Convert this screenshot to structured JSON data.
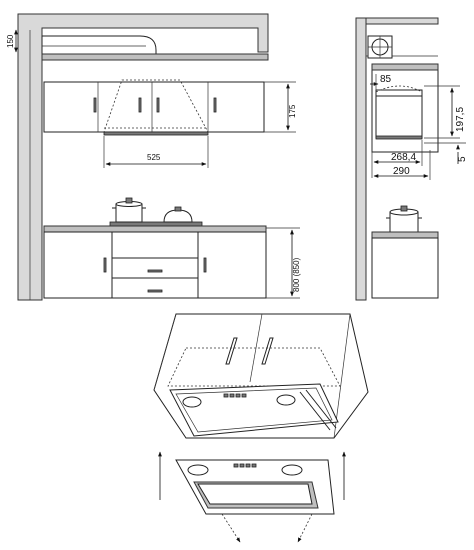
{
  "front_view": {
    "dim_chimney_depth": "150",
    "dim_cabinet_height": "175",
    "dim_hood_width": "525",
    "dim_counter_height": "800 (850)"
  },
  "side_view": {
    "dim_top_clearance": "85",
    "dim_hood_height": "197,5",
    "dim_inner_depth": "268,4",
    "dim_outer_depth": "290",
    "dim_gap": "5"
  }
}
